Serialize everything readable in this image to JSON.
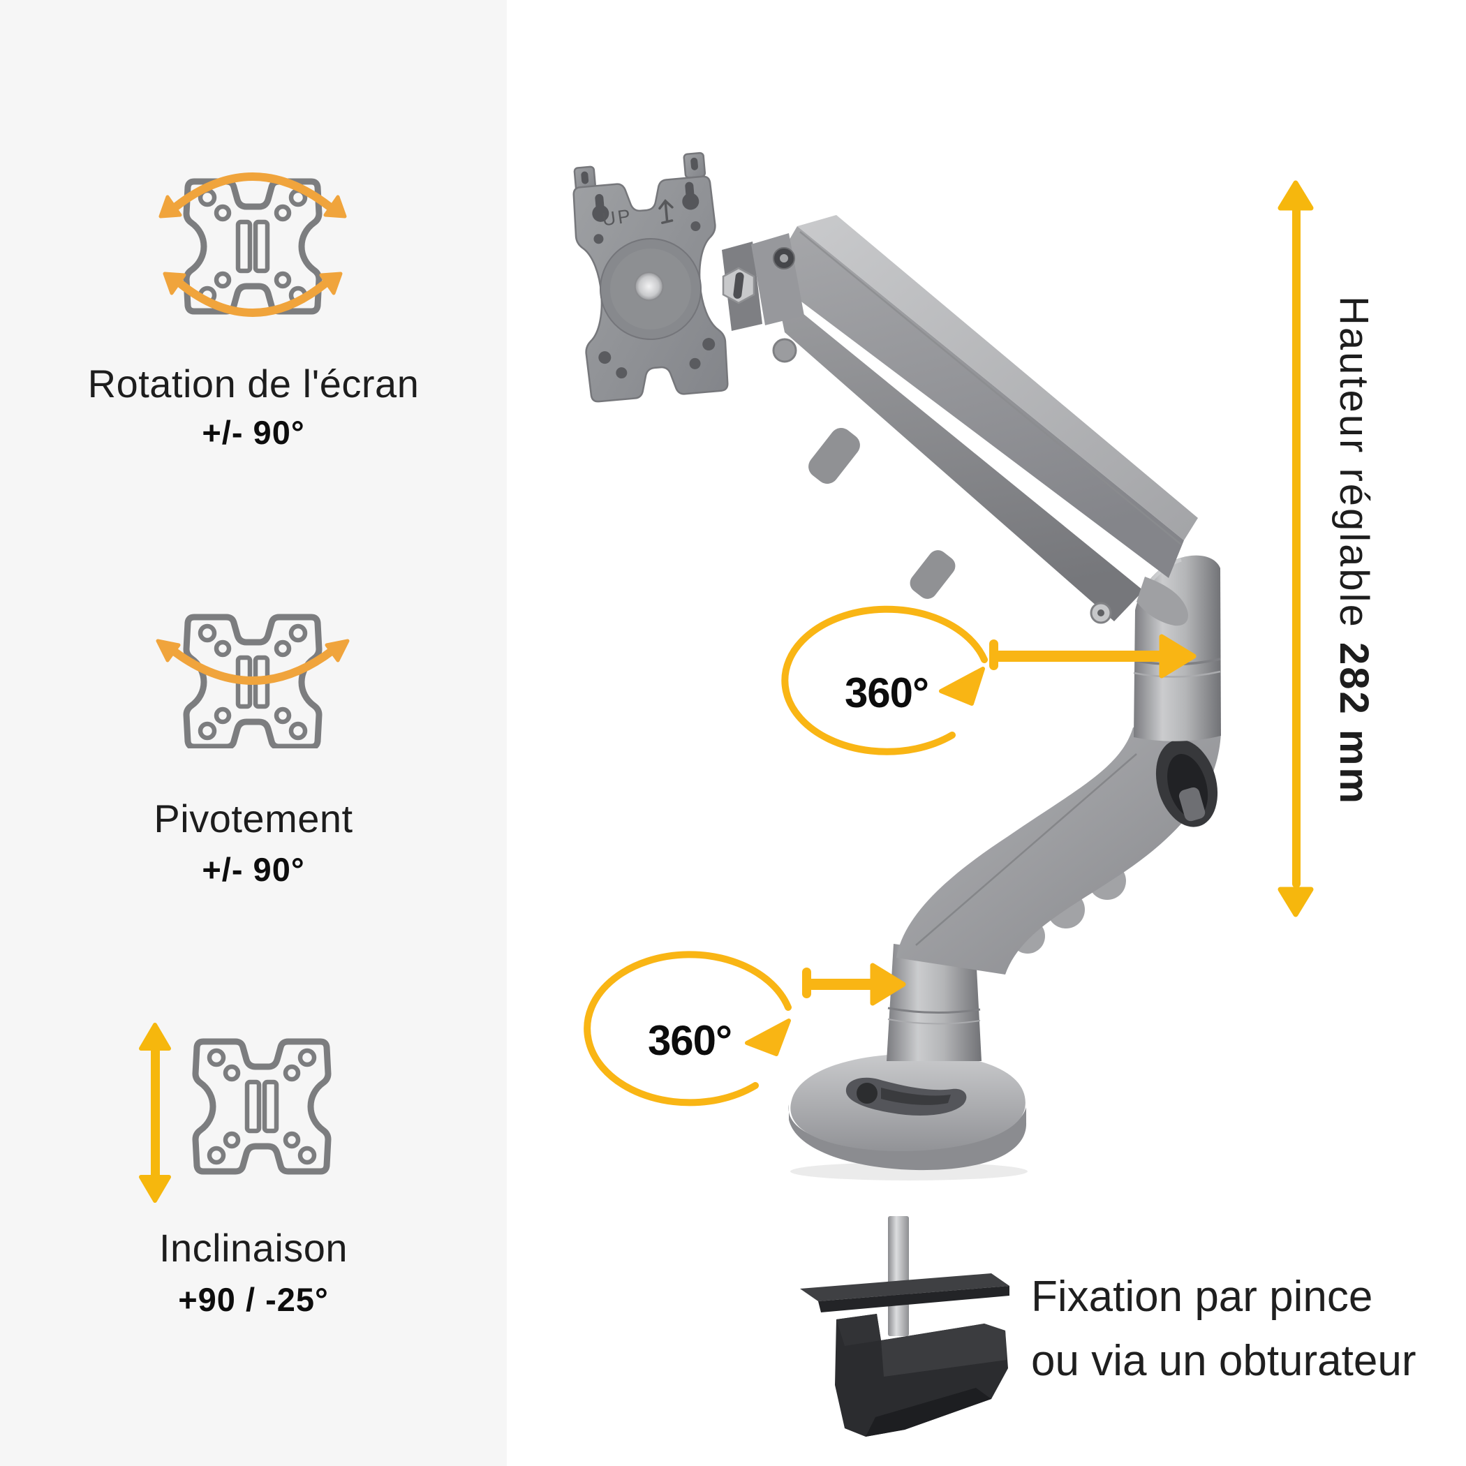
{
  "palette": {
    "sidebar_bg": "#f6f6f6",
    "main_bg": "#ffffff",
    "arrow_orange": "#f0a43c",
    "arrow_yellow": "#f6b70d",
    "callout_gold": "#f9b514",
    "heading_text": "#1d1d1d",
    "icon_stroke": "#7c7d7f",
    "metal_silver": "#a8a9ad",
    "clamp_dark": "#2b2c2f"
  },
  "sidebar": {
    "features": [
      {
        "id": "rotation",
        "icon": "vesa-rotation-icon",
        "label": "Rotation de l'écran",
        "value": "+/- 90°"
      },
      {
        "id": "pivot",
        "icon": "vesa-pivot-icon",
        "label": "Pivotement",
        "value": "+/- 90°"
      },
      {
        "id": "tilt",
        "icon": "vesa-tilt-icon",
        "label": "Inclinaison",
        "value": "+90 / -25°"
      }
    ]
  },
  "product": {
    "vesa_marking_up": "UP",
    "callouts": [
      {
        "label": "360°",
        "target": "upper-joint"
      },
      {
        "label": "360°",
        "target": "base-joint"
      }
    ],
    "height_dimension": {
      "label": "Hauteur réglable",
      "value": "282 mm"
    },
    "mounting_note": [
      "Fixation par pince",
      "ou via un obturateur"
    ]
  }
}
